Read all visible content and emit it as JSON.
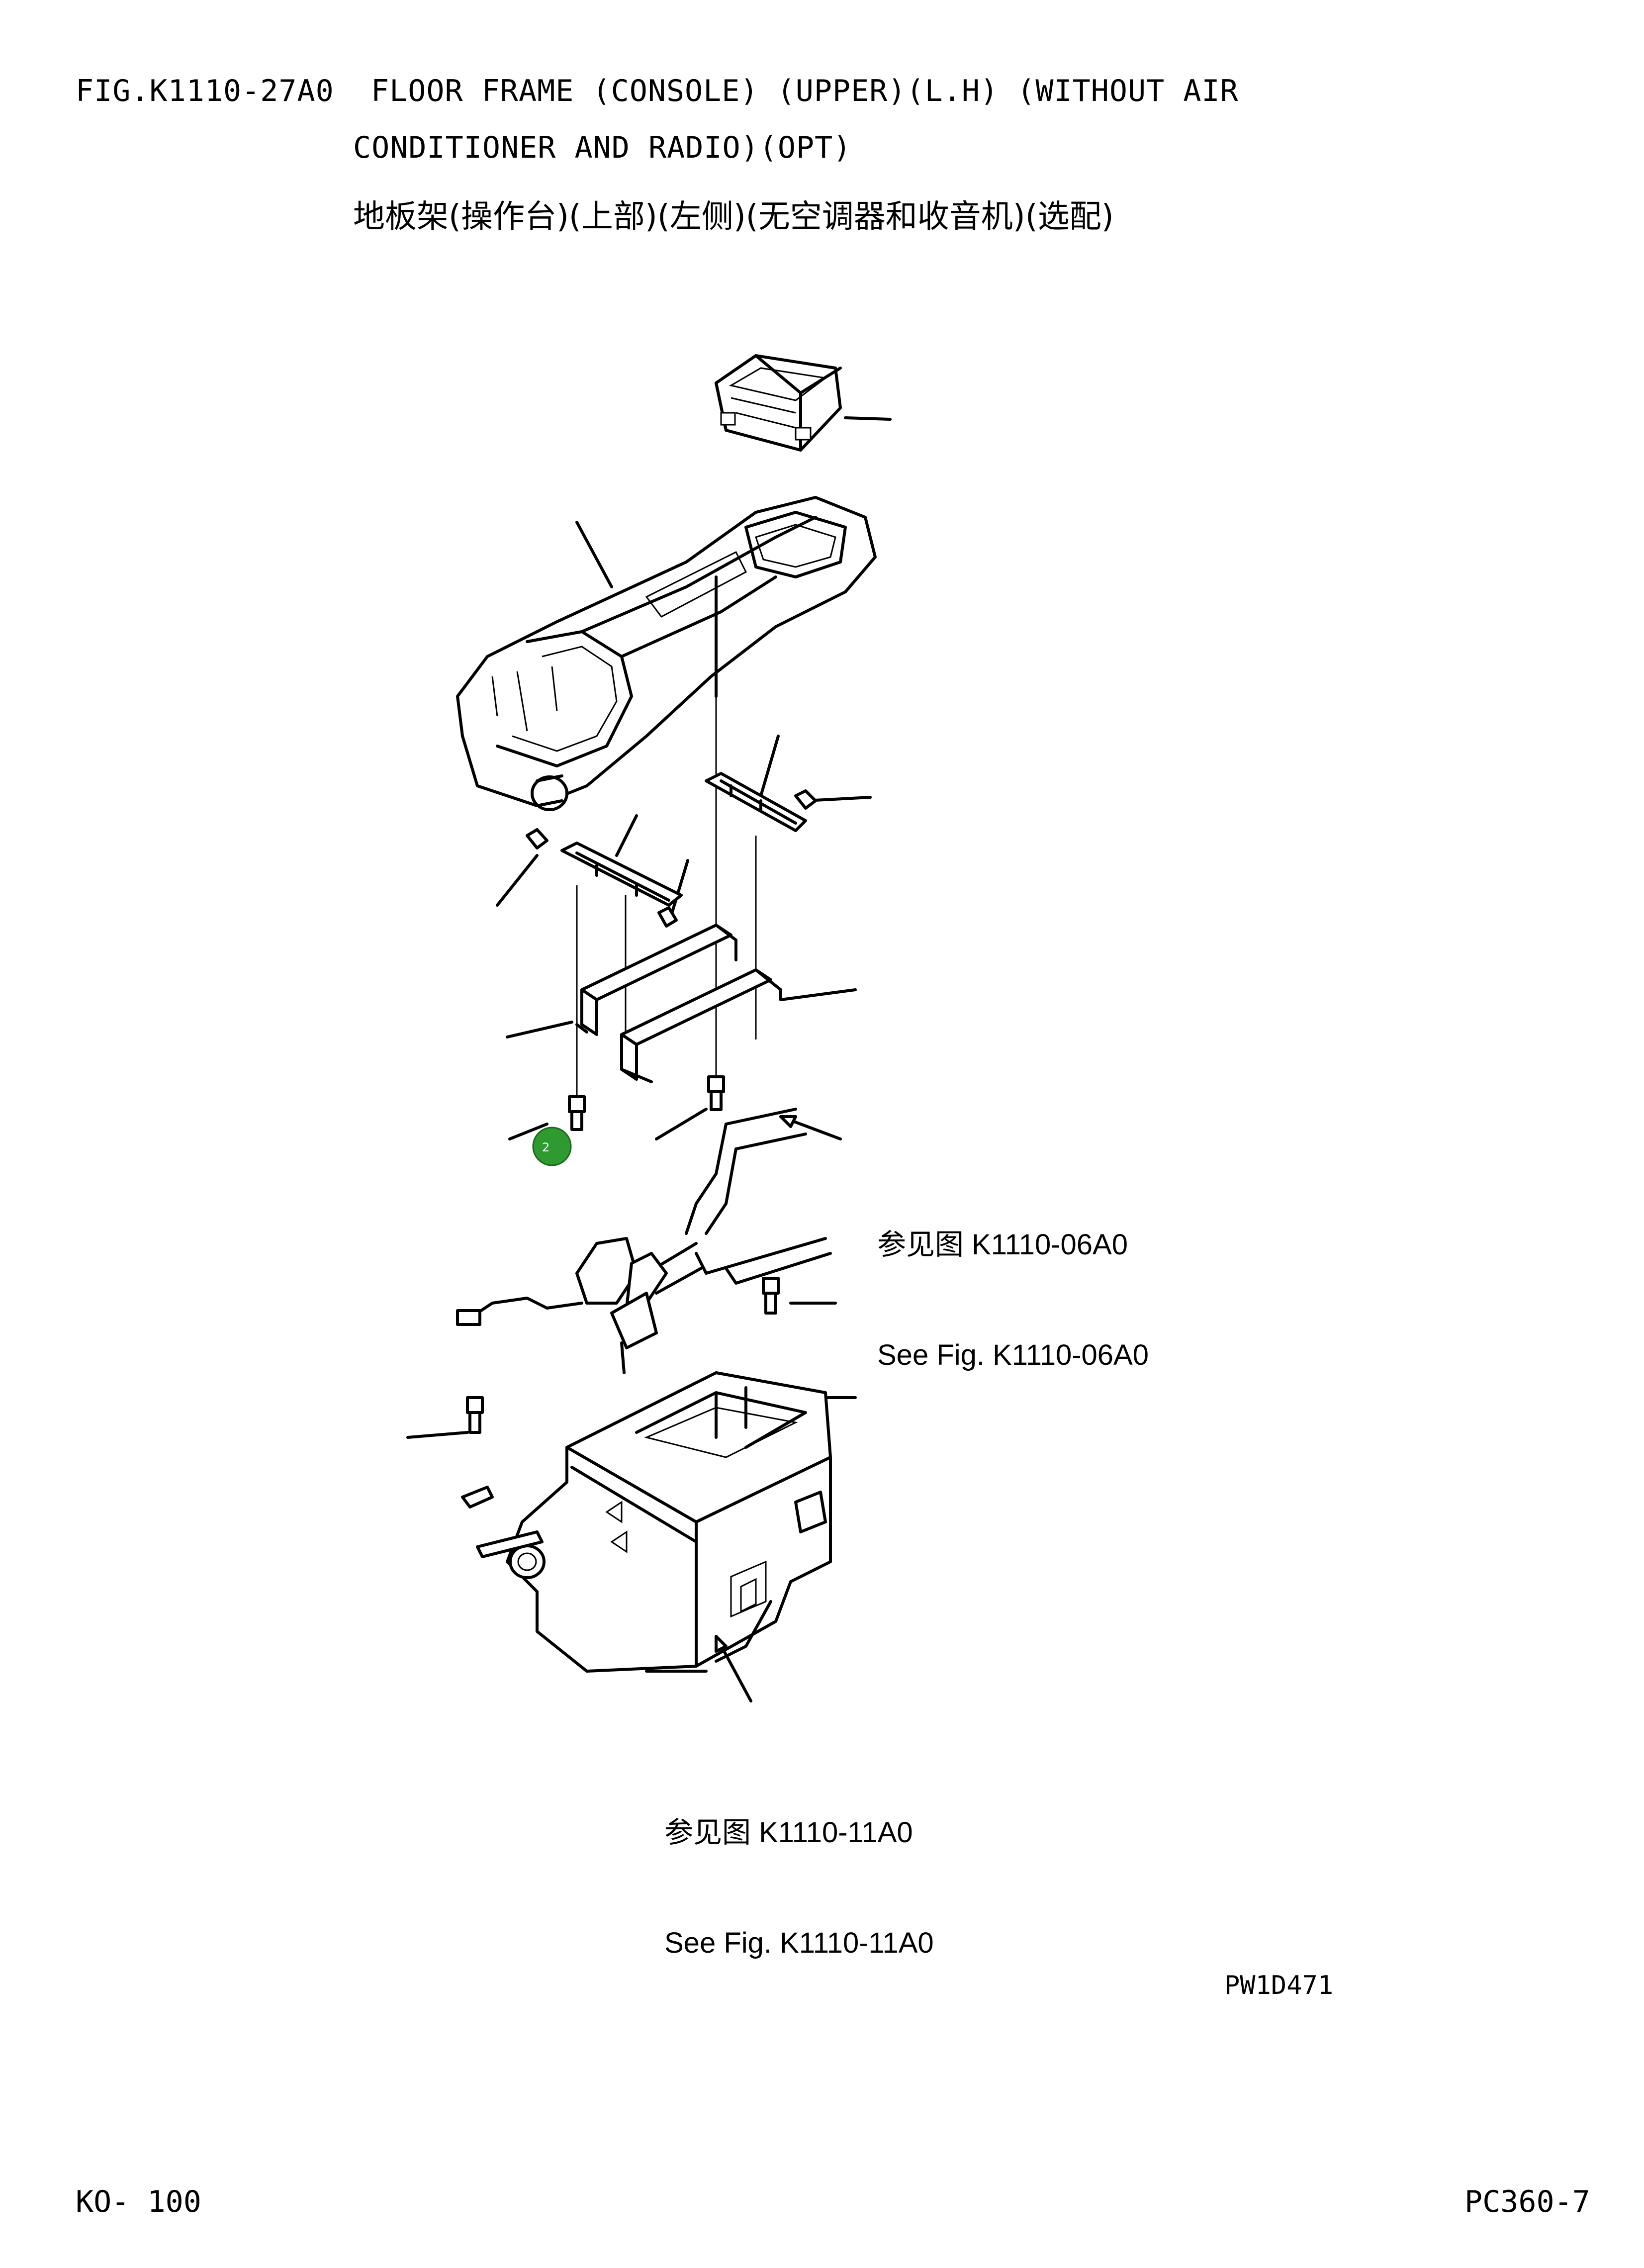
{
  "header": {
    "line1": "FIG.K1110-27A0  FLOOR FRAME (CONSOLE) (UPPER)(L.H) (WITHOUT AIR",
    "line2": "CONDITIONER AND RADIO)(OPT)",
    "line3": "地板架(操作台)(上部)(左侧)(无空调器和收音机)(选配)"
  },
  "references": [
    {
      "cn": "参见图 K1110-06A0",
      "en": "See Fig. K1110-06A0"
    },
    {
      "cn": "参见图 K1110-11A0",
      "en": "See Fig. K1110-11A0"
    }
  ],
  "callout_badge": {
    "label": "2",
    "color": "#2f9a2f"
  },
  "drawing_code": "PW1D471",
  "footer": {
    "page_number": "KO- 100",
    "model": "PC360-7"
  }
}
